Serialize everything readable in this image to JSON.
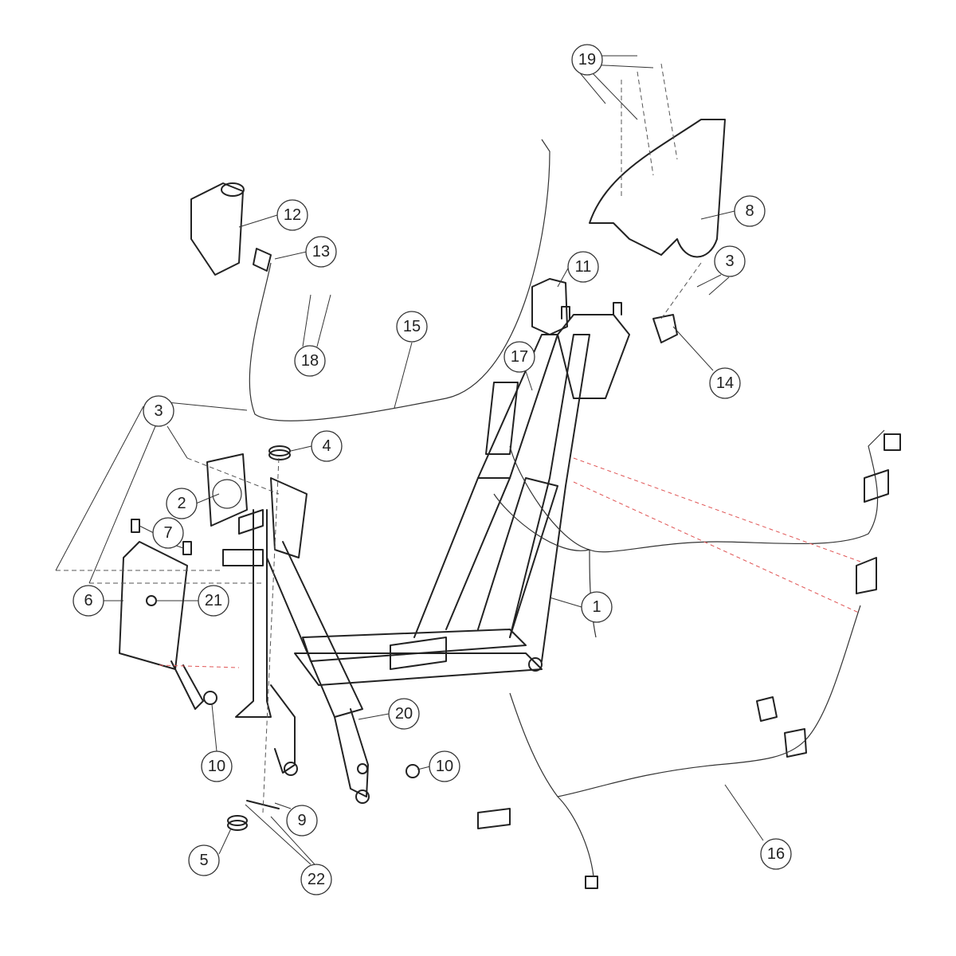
{
  "diagram": {
    "type": "exploded-parts-diagram",
    "callouts": [
      "19",
      "12",
      "13",
      "11",
      "8",
      "3",
      "18",
      "15",
      "17",
      "14",
      "3",
      "4",
      "2",
      "7",
      "6",
      "21",
      "1",
      "20",
      "10",
      "10",
      "9",
      "5",
      "22",
      "16"
    ]
  }
}
